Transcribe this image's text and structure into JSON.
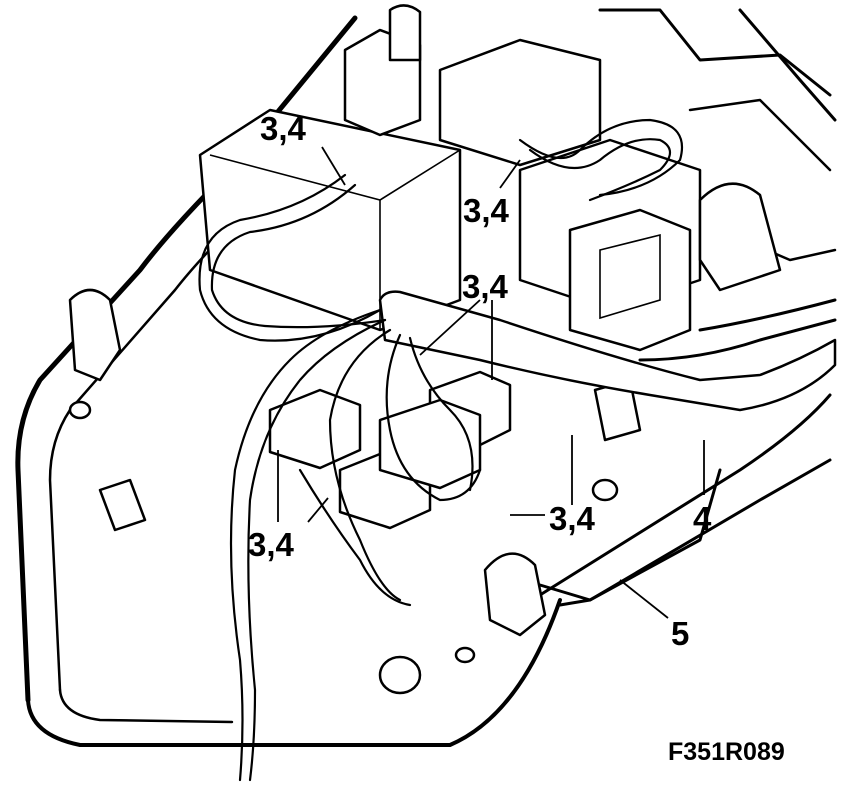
{
  "callouts": {
    "c1": "3,4",
    "c2": "3,4",
    "c3": "3,4",
    "c4": "3,4",
    "c5": "3,4",
    "c6": "4",
    "c7": "5"
  },
  "figure_code": "F351R089"
}
